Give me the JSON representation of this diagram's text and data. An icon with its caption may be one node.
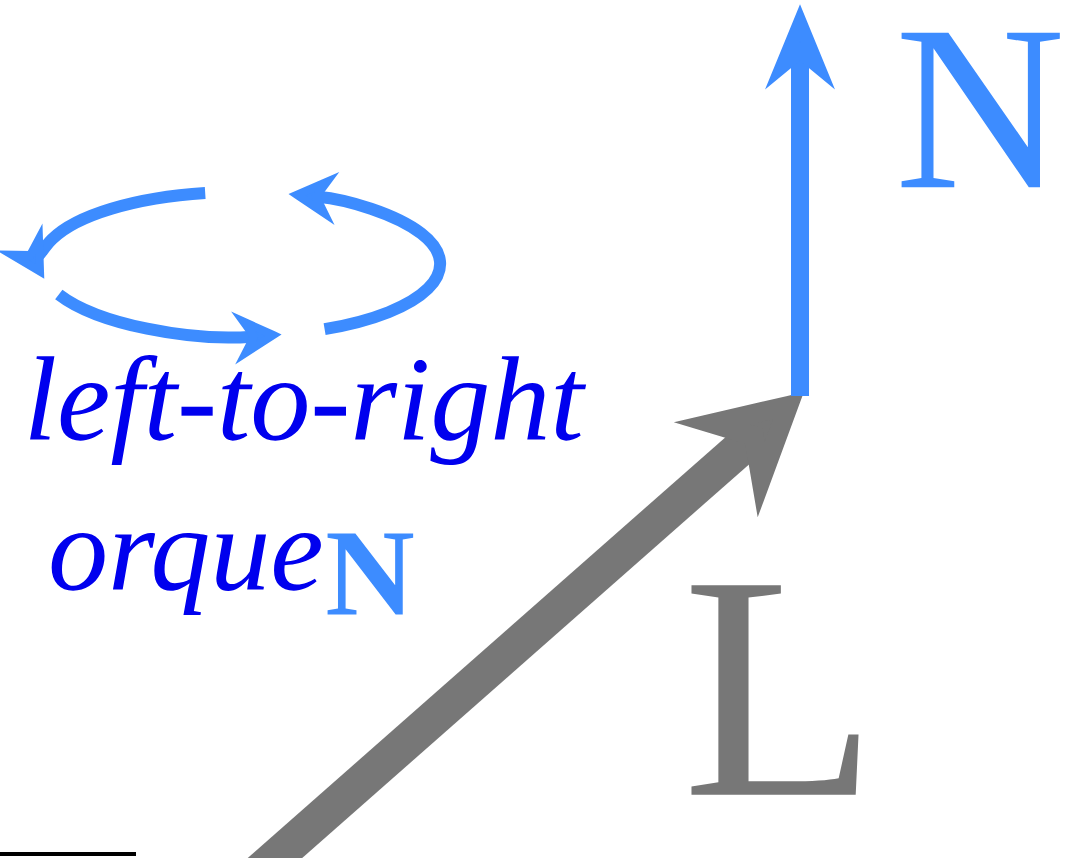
{
  "diagram": {
    "labels": [
      "N",
      "left-to-right",
      "orque",
      "N",
      "L"
    ]
  }
}
